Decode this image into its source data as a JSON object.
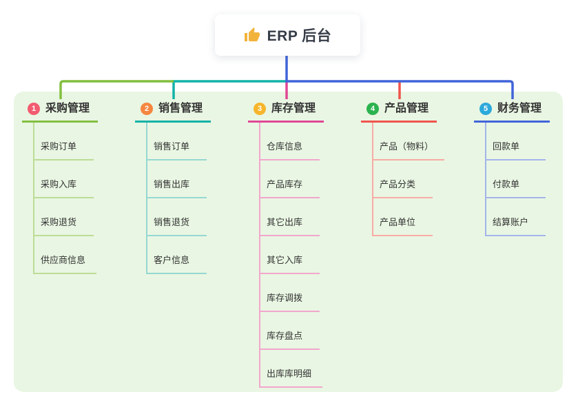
{
  "root": {
    "label": "ERP 后台",
    "icon": "thumbs-up-icon",
    "icon_color": "#f2b33d"
  },
  "canvas": {
    "page_background": "#ffffff",
    "panel_background": "#e9f6e3",
    "text_color": "#333333",
    "root_connector_color": "#4a64d8"
  },
  "branches": [
    {
      "badge": "1",
      "badge_color": "#f25b70",
      "title": "采购管理",
      "line_color": "#82bf3f",
      "child_line_color": "#bcdc96",
      "children": [
        "采购订单",
        "采购入库",
        "采购退货",
        "供应商信息"
      ]
    },
    {
      "badge": "2",
      "badge_color": "#f6863f",
      "title": "销售管理",
      "line_color": "#12b2a8",
      "child_line_color": "#95d8d2",
      "children": [
        "销售订单",
        "销售出库",
        "销售退货",
        "客户信息"
      ]
    },
    {
      "badge": "3",
      "badge_color": "#f7b52b",
      "title": "库存管理",
      "line_color": "#e04695",
      "child_line_color": "#f2a6cc",
      "children": [
        "仓库信息",
        "产品库存",
        "其它出库",
        "其它入库",
        "库存调拨",
        "库存盘点",
        "出库库明细"
      ]
    },
    {
      "badge": "4",
      "badge_color": "#2bb34f",
      "title": "产品管理",
      "line_color": "#f0544c",
      "child_line_color": "#f8aba5",
      "children": [
        "产品（物料）",
        "产品分类",
        "产品单位"
      ]
    },
    {
      "badge": "5",
      "badge_color": "#2ca9db",
      "title": "财务管理",
      "line_color": "#4164d9",
      "child_line_color": "#a3b4ea",
      "children": [
        "回款单",
        "付款单",
        "结算账户"
      ]
    }
  ]
}
